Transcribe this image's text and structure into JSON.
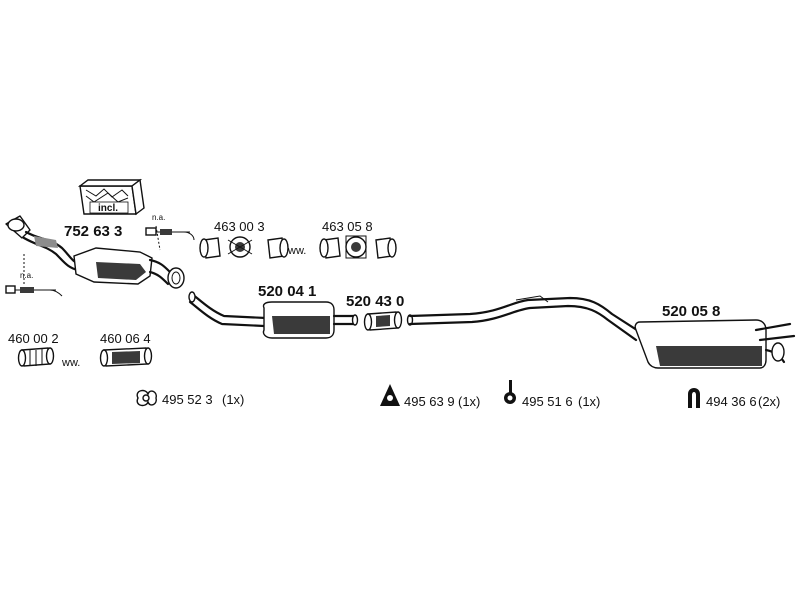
{
  "parts": {
    "catalytic_converter": "752 63 3",
    "center_silencer": "520 04 1",
    "connecting_pipe": "520 43 0",
    "rear_silencer": "520 05 8",
    "gasket_a": "463 00 3",
    "gasket_b": "463 05 8",
    "flex_pipe_a": "460 00 2",
    "flex_pipe_b": "460 06 4"
  },
  "accessories": {
    "clamp": "495 52 3",
    "clamp_qty": "(1x)",
    "rubber_mount": "495 63 9",
    "rubber_mount_qty": "(1x)",
    "hanger": "495 51 6",
    "hanger_qty": "(1x)",
    "bracket": "494 36 6",
    "bracket_qty": "(2x)"
  },
  "labels": {
    "incl": "incl.",
    "na_top": "n.a.",
    "na_left": "n.a.",
    "ww_top": "ww.",
    "ww_bottom": "ww."
  },
  "colors": {
    "line": "#111111",
    "shade": "#3a3a3a",
    "background": "#ffffff"
  }
}
